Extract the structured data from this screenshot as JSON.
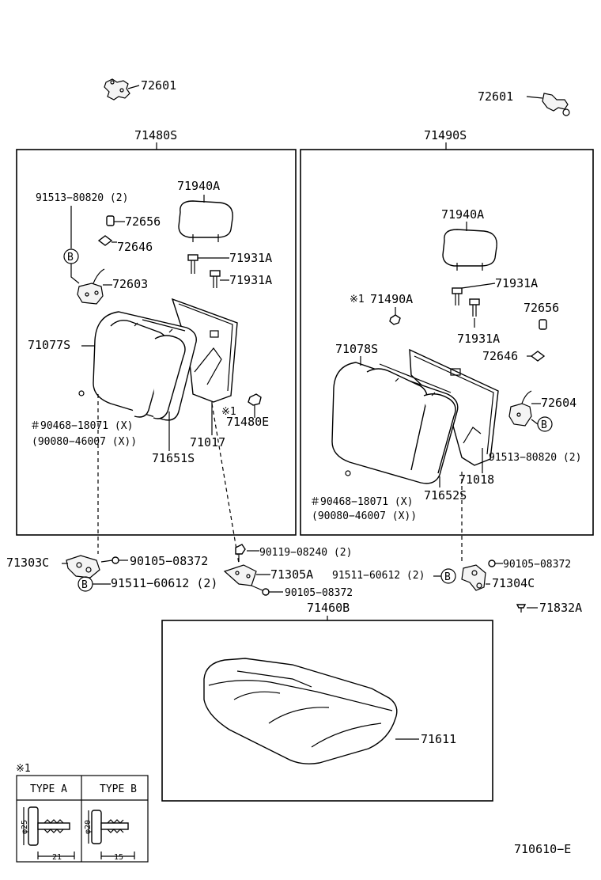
{
  "labels": {
    "p72601_l": "72601",
    "p72601_r": "72601",
    "p71480s": "71480S",
    "p71490s": "71490S",
    "p91513_l": "91513−80820 (2)",
    "p71940a_l": "71940A",
    "p72656_l": "72656",
    "p72646_l": "72646",
    "p71931a_l1": "71931A",
    "p72603": "72603",
    "p71931a_l2": "71931A",
    "p71077s": "71077S",
    "p90468_l": "＃90468−18071 (X)",
    "p90080_l": "(90080−46007 (X))",
    "p71651s": "71651S",
    "p71017": "71017",
    "p71480e": "71480E",
    "p71940a_r": "71940A",
    "p71490a": "71490A",
    "p71931a_r1": "71931A",
    "p72656_r": "72656",
    "p71078s": "71078S",
    "p71931a_r2": "71931A",
    "p72646_r": "72646",
    "p72604": "72604",
    "p91513_r": "91513−80820 (2)",
    "p71018": "71018",
    "p71652s": "71652S",
    "p90468_r": "＃90468−18071 (X)",
    "p90080_r": "(90080−46007 (X))",
    "p71303c": "71303C",
    "p90105_l": "90105−08372",
    "p91511_l": "91511−60612 (2)",
    "p90119": "90119−08240 (2)",
    "p71305a": "71305A",
    "p91511_m": "91511−60612 (2)",
    "p90105_m": "90105−08372",
    "p90105_r": "90105−08372",
    "p71304c": "71304C",
    "p71832a": "71832A",
    "p71460b": "71460B",
    "p71611": "71611",
    "diagram_id": "710610−E"
  },
  "markers": {
    "b": "B",
    "ref_symbol": "※1"
  },
  "legend": {
    "ref": "※1",
    "type_a": "TYPE A",
    "type_b": "TYPE B",
    "dia_a": "φ25",
    "dia_b": "φ20",
    "len_a": "21",
    "len_b": "15"
  }
}
